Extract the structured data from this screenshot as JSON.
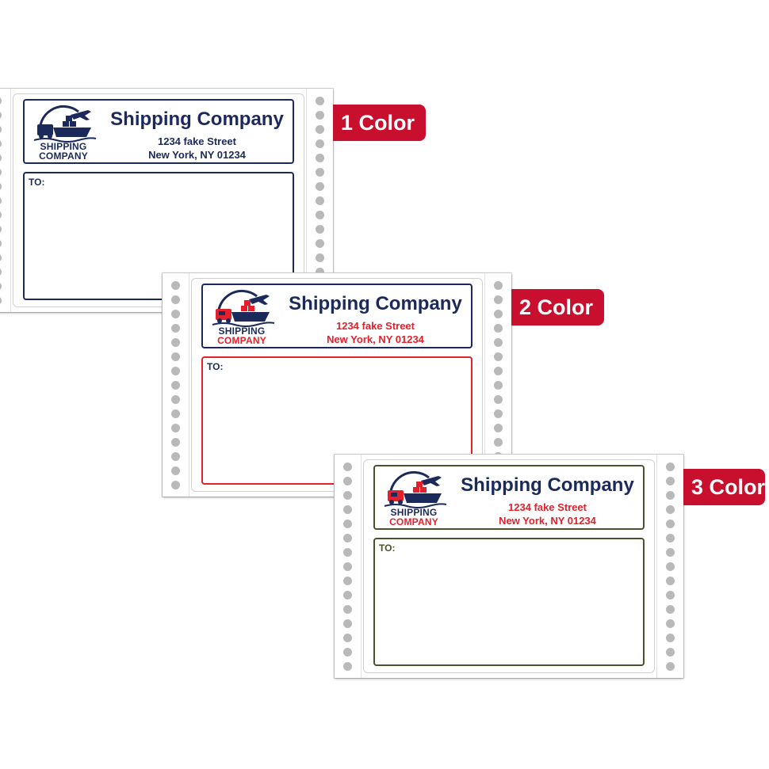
{
  "labels": [
    {
      "badge": "1 Color",
      "company": "Shipping Company",
      "address_line1": "1234 fake Street",
      "address_line2": "New York, NY 01234",
      "logo_line1": "SHIPPING",
      "logo_line2": "COMPANY",
      "to_label": "TO:",
      "colors": {
        "name": "#1b2a5b",
        "address": "#1b2a5b",
        "header_border": "#1b2a5b",
        "to_border": "#1b2a5b",
        "to_text": "#1b2a5b",
        "logo_main": "#1b2a5b",
        "logo_accent": "#1b2a5b"
      }
    },
    {
      "badge": "2 Color",
      "company": "Shipping Company",
      "address_line1": "1234 fake Street",
      "address_line2": "New York, NY 01234",
      "logo_line1": "SHIPPING",
      "logo_line2": "COMPANY",
      "to_label": "TO:",
      "colors": {
        "name": "#1b2a5b",
        "address": "#e3202c",
        "header_border": "#1b2a5b",
        "to_border": "#e3202c",
        "to_text": "#1b2a5b",
        "logo_main": "#1b2a5b",
        "logo_accent": "#e3202c"
      }
    },
    {
      "badge": "3 Color",
      "company": "Shipping Company",
      "address_line1": "1234 fake Street",
      "address_line2": "New York, NY 01234",
      "logo_line1": "SHIPPING",
      "logo_line2": "COMPANY",
      "to_label": "TO:",
      "colors": {
        "name": "#1b2a5b",
        "address": "#e3202c",
        "header_border": "#4b5129",
        "to_border": "#4b5129",
        "to_text": "#4b5129",
        "logo_main": "#1b2a5b",
        "logo_accent": "#e3202c"
      }
    }
  ],
  "colors": {
    "badge_bg": "#c8102e",
    "hole": "#b9b9b9"
  }
}
